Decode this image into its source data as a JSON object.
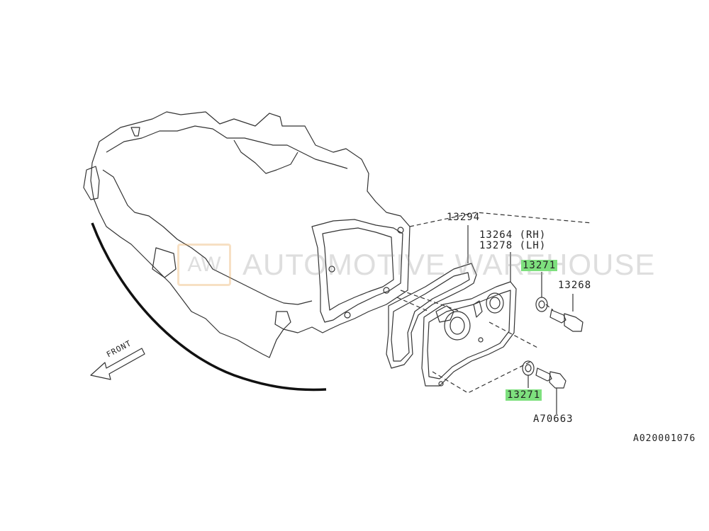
{
  "labels": {
    "p13294": "13294",
    "p13264": "13264 (RH)",
    "p13278": "13278 (LH)",
    "p13271_top": "13271",
    "p13268": "13268",
    "p13271_bottom": "13271",
    "pA70663": "A70663",
    "front": "FRONT",
    "diagram_id": "A020001076"
  },
  "watermark": {
    "logo_text": "AW",
    "text": "AUTOMOTIVE WAREHOUSE"
  },
  "colors": {
    "line": "#333333",
    "highlight": "#7ee07e",
    "watermark_accent": "#e8a24a"
  }
}
